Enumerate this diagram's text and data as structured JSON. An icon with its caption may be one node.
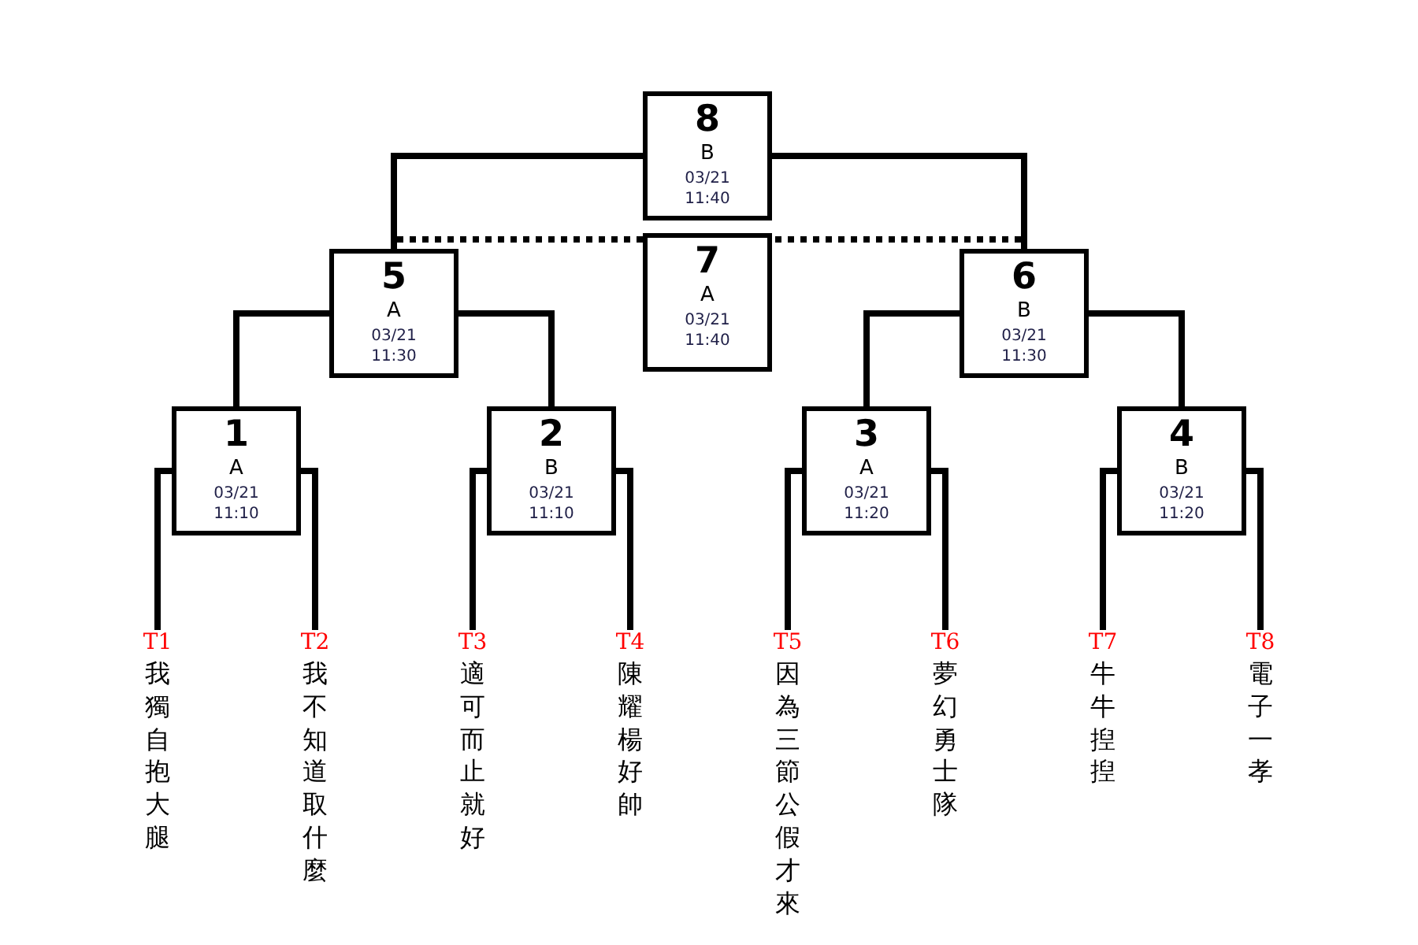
{
  "diagram": {
    "nodes": [
      {
        "text": [
          "8",
          "B",
          "03/21 11:40"
        ]
      },
      {
        "text": [
          "7",
          "A",
          "03/21 11:40"
        ]
      },
      {
        "text": [
          "5",
          "A",
          "03/21 11:30"
        ]
      },
      {
        "text": [
          "6",
          "B",
          "03/21 11:30"
        ]
      },
      {
        "text": [
          "1",
          "A",
          "03/21 11:10"
        ]
      },
      {
        "text": [
          "2",
          "B",
          "03/21 11:10"
        ]
      },
      {
        "text": [
          "3",
          "A",
          "03/21 11:20"
        ]
      },
      {
        "text": [
          "4",
          "B",
          "03/21 11:20"
        ]
      },
      {
        "text": [
          "T1",
          "我獨自抱大腿"
        ]
      },
      {
        "text": [
          "T2",
          "我不知道取什麼"
        ]
      },
      {
        "text": [
          "T3",
          "適可而止就好"
        ]
      },
      {
        "text": [
          "T4",
          "陳耀楊好帥"
        ]
      },
      {
        "text": [
          "T5",
          "因為三節公假才來"
        ]
      },
      {
        "text": [
          "T6",
          "夢幻勇士隊"
        ]
      },
      {
        "text": [
          "T7",
          "牛牛揑揑"
        ]
      },
      {
        "text": [
          "T8",
          "電子一孝"
        ]
      }
    ],
    "edges": [
      {
        "from": 8,
        "to": 4,
        "arrow": "none"
      },
      {
        "from": 9,
        "to": 4,
        "arrow": "none"
      },
      {
        "from": 10,
        "to": 5,
        "arrow": "none"
      },
      {
        "from": 11,
        "to": 5,
        "arrow": "none"
      },
      {
        "from": 12,
        "to": 6,
        "arrow": "none"
      },
      {
        "from": 13,
        "to": 6,
        "arrow": "none"
      },
      {
        "from": 14,
        "to": 7,
        "arrow": "none"
      },
      {
        "from": 15,
        "to": 7,
        "arrow": "none"
      },
      {
        "from": 4,
        "to": 2,
        "arrow": "none"
      },
      {
        "from": 5,
        "to": 2,
        "arrow": "none"
      },
      {
        "from": 6,
        "to": 3,
        "arrow": "none"
      },
      {
        "from": 7,
        "to": 3,
        "arrow": "none"
      },
      {
        "from": 2,
        "to": 0,
        "arrow": "none"
      },
      {
        "from": 3,
        "to": 0,
        "arrow": "none"
      },
      {
        "from": 2,
        "to": 1,
        "arrow": "none",
        "style": "dashed"
      },
      {
        "from": 3,
        "to": 1,
        "arrow": "none",
        "style": "dashed"
      }
    ]
  }
}
